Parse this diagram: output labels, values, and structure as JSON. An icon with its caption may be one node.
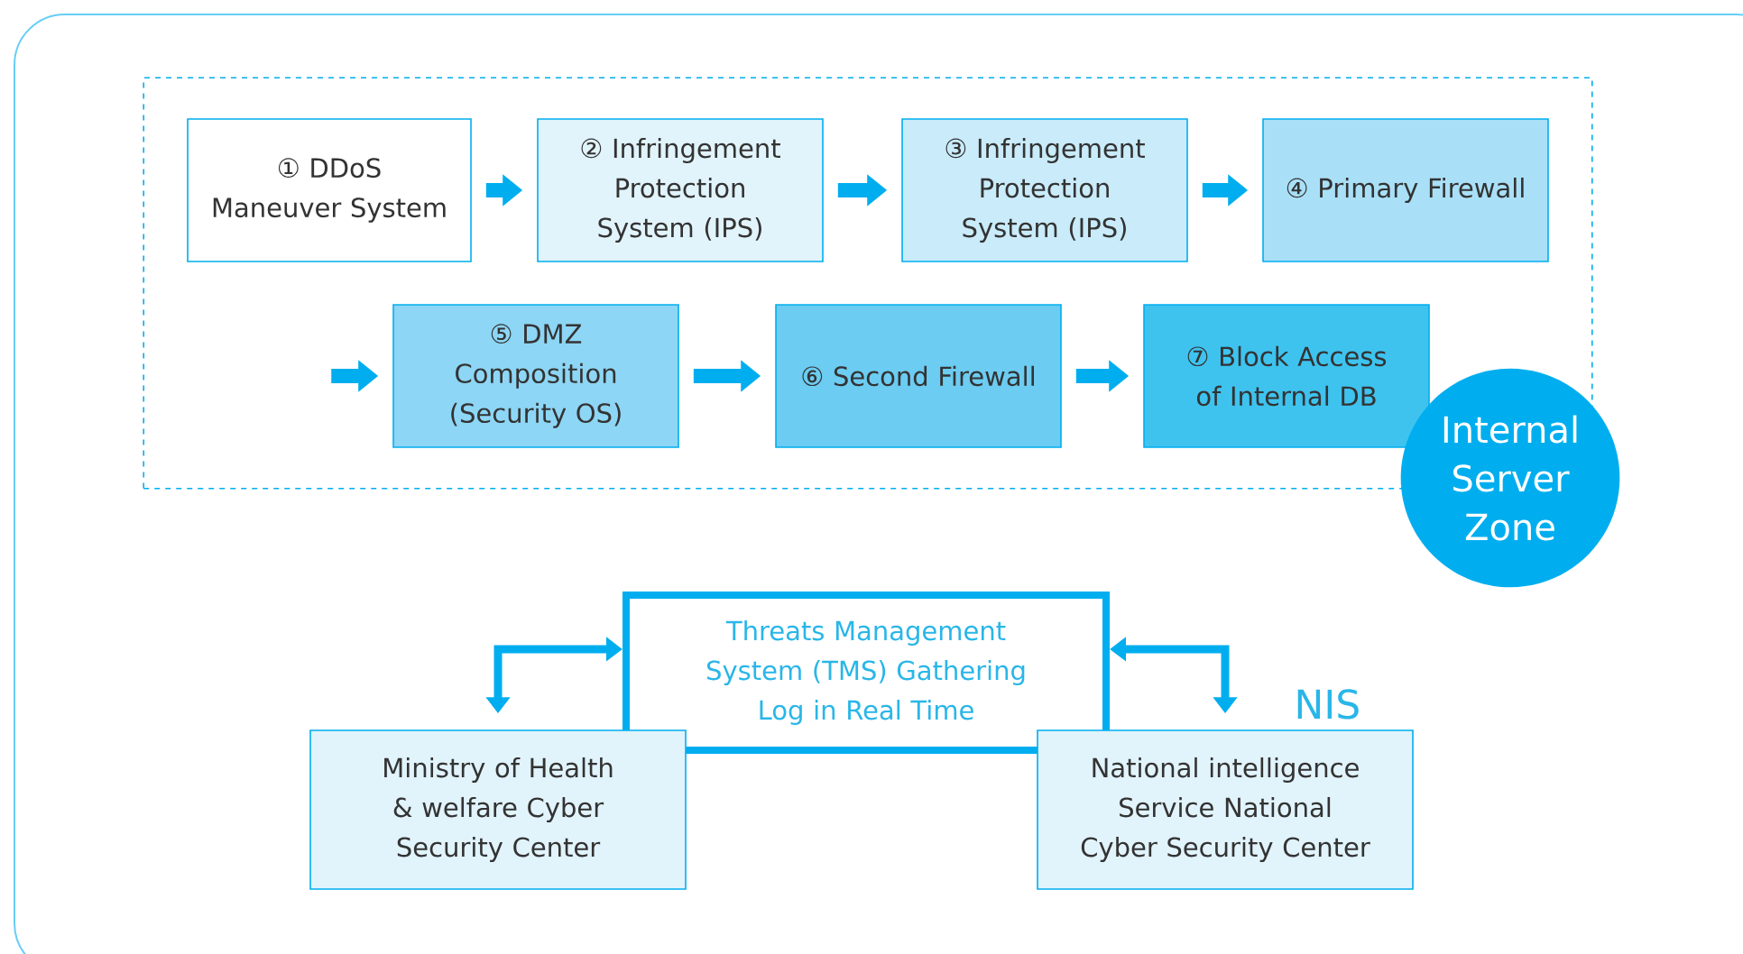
{
  "diagram": {
    "nodes": [
      {
        "text": [],
        "shape": "box"
      },
      {
        "text": [
          "① DDoS Maneuver System"
        ],
        "in": 0
      },
      {
        "text": [
          "② Infringement Protection System (IPS)"
        ],
        "in": 0
      },
      {
        "text": [
          "③ Infringement Protection System (IPS)"
        ],
        "in": 0
      },
      {
        "text": [
          "④ Primary Firewall"
        ],
        "in": 0
      },
      {
        "text": [
          "⑤ DMZ Composition (Security OS)"
        ],
        "in": 0
      },
      {
        "text": [
          "⑥ Second Firewall"
        ],
        "in": 0
      },
      {
        "text": [
          "⑦ Block Access of Internal DB"
        ],
        "in": 0
      },
      {
        "text": [
          "Internal Server Zone"
        ]
      },
      {
        "text": [
          "Threats Management System (TMS) Gathering Log in Real Time"
        ]
      },
      {
        "text": [
          "Ministry of Health & welfare Cyber Security Center"
        ]
      },
      {
        "text": [
          "National intelligence Service National Cyber Security Center"
        ],
        "beside": [
          "NIS"
        ]
      }
    ],
    "edges": [
      {
        "from": 1,
        "to": 2,
        "arrow": "to"
      },
      {
        "from": 2,
        "to": 3,
        "arrow": "to"
      },
      {
        "from": 3,
        "to": 4,
        "arrow": "to"
      },
      {
        "from": null,
        "to": 5,
        "arrow": "to"
      },
      {
        "from": 5,
        "to": 6,
        "arrow": "to"
      },
      {
        "from": 6,
        "to": 7,
        "arrow": "to"
      },
      {
        "from": 9,
        "to": 10,
        "arrow": "both"
      },
      {
        "from": 9,
        "to": 11,
        "arrow": "both"
      }
    ]
  }
}
